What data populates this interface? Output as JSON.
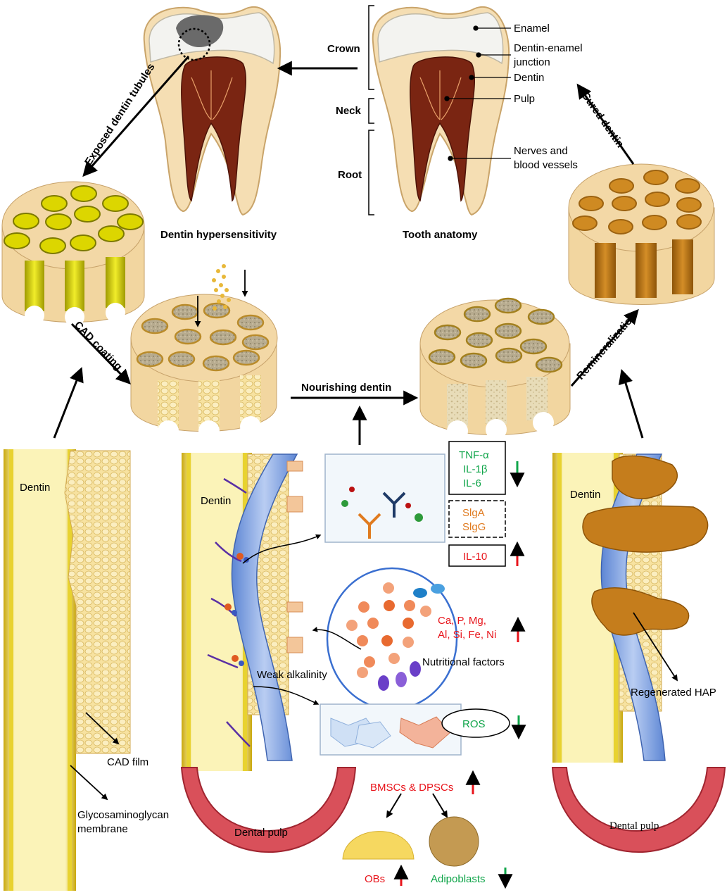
{
  "anatomy": {
    "enamel": "Enamel",
    "dej_line1": "Dentin-enamel",
    "dej_line2": "junction",
    "dentin": "Dentin",
    "pulp": "Pulp",
    "nerves_line1": "Nerves and",
    "nerves_line2": "blood vessels",
    "crown": "Crown",
    "neck": "Neck",
    "root": "Root",
    "tooth_anatomy": "Tooth anatomy",
    "dentin_hypersensitivity": "Dentin hypersensitivity"
  },
  "process": {
    "exposed_tubules": "Exposed dentin tubules",
    "cured_dentin": "Cured dentin",
    "cad_coating": "CAD coating",
    "nourishing_dentin": "Nourishing dentin",
    "remineralization": "Remineralization"
  },
  "panel_left": {
    "dentin": "Dentin",
    "cad_film": "CAD film",
    "gag_line1": "Glycosaminoglycan",
    "gag_line2": "membrane"
  },
  "panel_mid": {
    "dentin": "Dentin",
    "weak_alkalinity": "Weak alkalinity",
    "dental_pulp": "Dental pulp",
    "nutritional_factors": "Nutritional factors",
    "ions_line1": "Ca, P, Mg,",
    "ions_line2": "Al, Si, Fe, Ni",
    "cytokines_down": [
      "TNF-α",
      "IL-1β",
      "IL-6"
    ],
    "antibodies": [
      "SlgA",
      "SlgG"
    ],
    "il10": "IL-10",
    "ros": "ROS",
    "stem_cells": "BMSCs & DPSCs",
    "obs": "OBs",
    "adipoblasts": "Adipoblasts"
  },
  "panel_right": {
    "dentin": "Dentin",
    "regenerated_hap": "Regenerated HAP",
    "dental_pulp": "Dental pulp"
  },
  "colors": {
    "up_arrow": "#e8141b",
    "down_arrow": "#10a54a",
    "pulp_tissue": "#d9505a",
    "dentin_tan": "#f4d9a8",
    "tubule_yellow": "#d8d200",
    "cured_brown": "#c57d1c",
    "vessel_blue": "#8fb0e8"
  }
}
